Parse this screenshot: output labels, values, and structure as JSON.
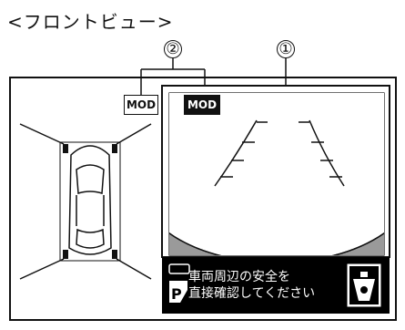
{
  "diagram": {
    "heading": "<フロントビュー>",
    "callout_1": "①",
    "callout_2": "②",
    "mod_label_left": "MOD",
    "mod_label_right": "MOD",
    "message_line1": "車両周辺の安全を",
    "message_line2": "直接確認してください",
    "icons": [
      "pedestrian-warning-icon",
      "camera-switch-icon",
      "vehicle-top-view-icon"
    ],
    "colors": {
      "line": "#111111",
      "gray_fill": "#9a9a9a",
      "background": "#ffffff",
      "bar": "#000000"
    }
  }
}
